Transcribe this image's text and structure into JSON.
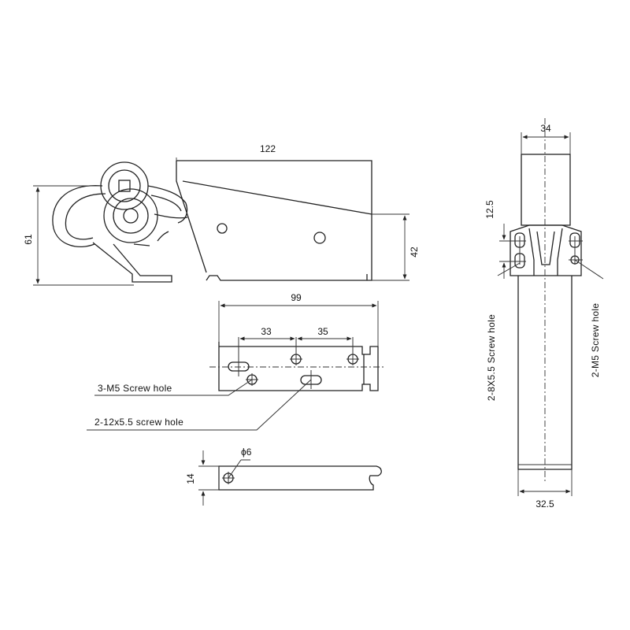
{
  "dimensions": {
    "d122": "122",
    "d61": "61",
    "d42": "42",
    "d99": "99",
    "d33": "33",
    "d35": "35",
    "d14": "14",
    "phi6": "ϕ6",
    "d34": "34",
    "d12_5": "12.5",
    "d32_5": "32.5"
  },
  "labels": {
    "m5_holes_3": "3-M5  Screw hole",
    "slot_holes_2": "2-12x5.5  screw hole",
    "slot_holes_side": "2-8X5.5  Screw hole",
    "m5_holes_2": "2-M5  Screw hole"
  }
}
